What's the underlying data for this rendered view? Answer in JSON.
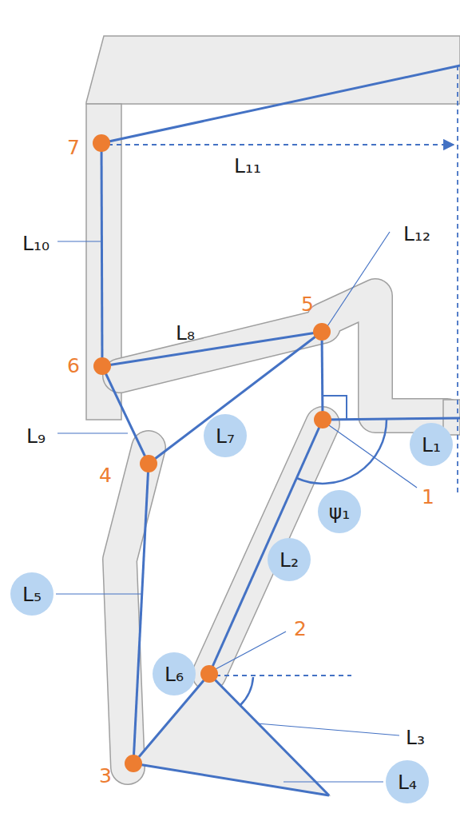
{
  "diagram": {
    "nodes": [
      {
        "text": [
          "L₇"
        ]
      },
      {
        "text": [
          "L₁"
        ]
      },
      {
        "text": [
          "ψ₁"
        ]
      },
      {
        "text": [
          "L₅"
        ]
      },
      {
        "text": [
          "L₂"
        ]
      },
      {
        "text": [
          "L₆"
        ]
      },
      {
        "text": [
          "L₄"
        ]
      }
    ],
    "labels": [
      "7",
      "L₁₁",
      "L₁₀",
      "L₁₂",
      "5",
      "L₈",
      "6",
      "L₉",
      "4",
      "1",
      "2",
      "L₃",
      "3"
    ]
  }
}
